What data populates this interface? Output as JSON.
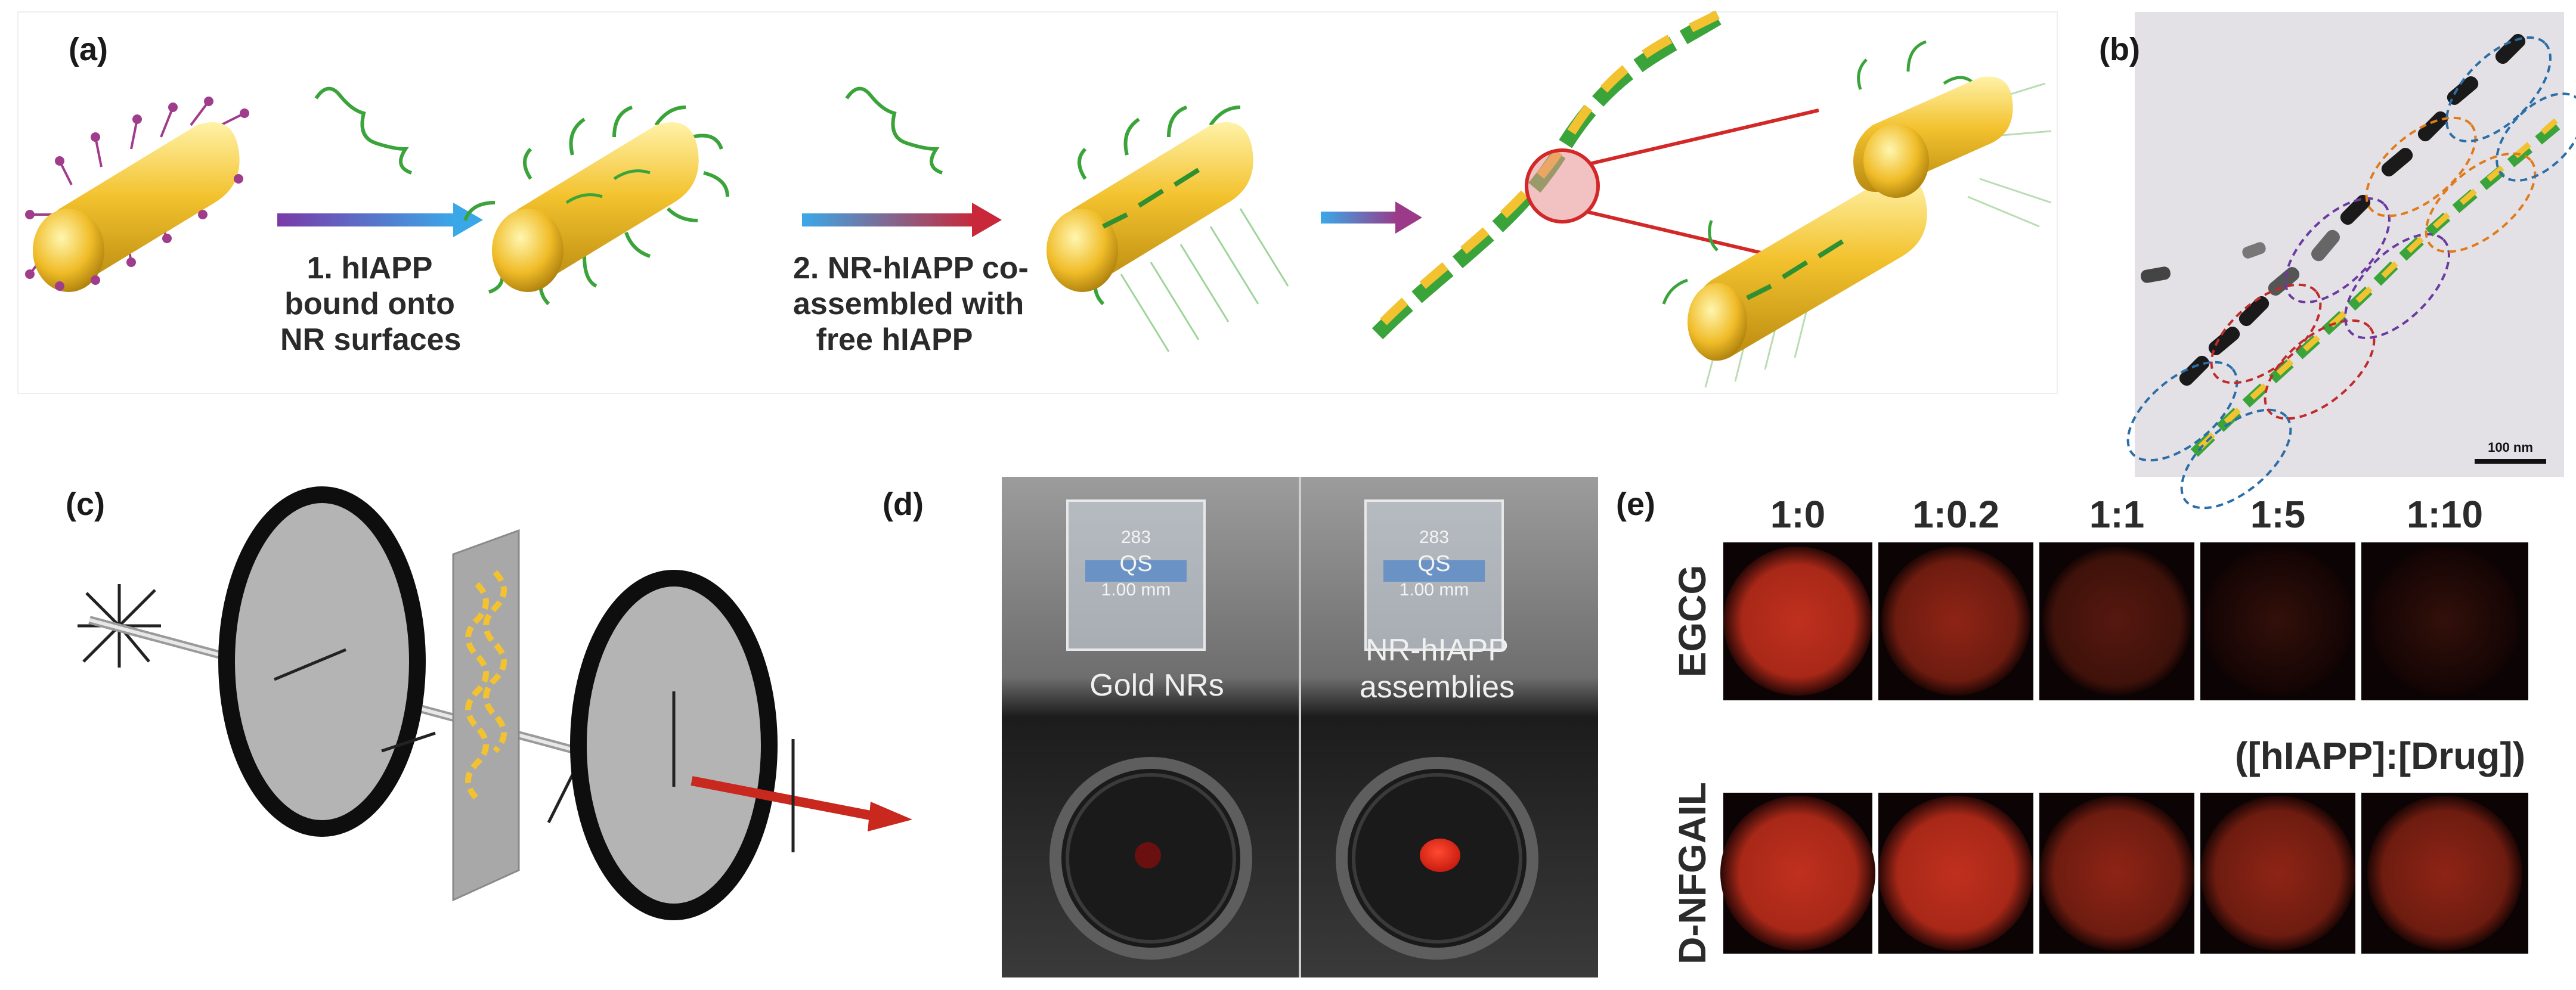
{
  "panels": {
    "a": {
      "label": "(a)",
      "step1": [
        "1. hIAPP",
        "bound onto",
        "NR surfaces"
      ],
      "step2": [
        "2. NR-hIAPP co-",
        "assembled with",
        "free hIAPP"
      ]
    },
    "b": {
      "label": "(b)",
      "scalebar": "100 nm"
    },
    "c": {
      "label": "(c)"
    },
    "d": {
      "label": "(d)",
      "cuvette": {
        "line1": "283",
        "line2": "QS",
        "line3": "1.00 mm"
      },
      "left_caption": "Gold NRs",
      "right_caption": [
        "NR-hIAPP",
        "assemblies"
      ]
    },
    "e": {
      "label": "(e)",
      "ratios": [
        "1:0",
        "1:0.2",
        "1:1",
        "1:5",
        "1:10"
      ],
      "rows": [
        "EGCG",
        "D-NFGAIL"
      ],
      "ratio_note": "([hIAPP]:[Drug])"
    }
  },
  "colors": {
    "gold": "#f2c230",
    "peptide_green": "#3aa43a",
    "ligand_purple": "#a03c8c",
    "arrow_blue": "#3aa0e0",
    "arrow_red": "#c0303a",
    "glow_red": "#c8281e"
  },
  "icons": [
    "nanorod-icon",
    "peptide-icon",
    "polarizer-icon",
    "cuvette-icon",
    "well-icon"
  ]
}
